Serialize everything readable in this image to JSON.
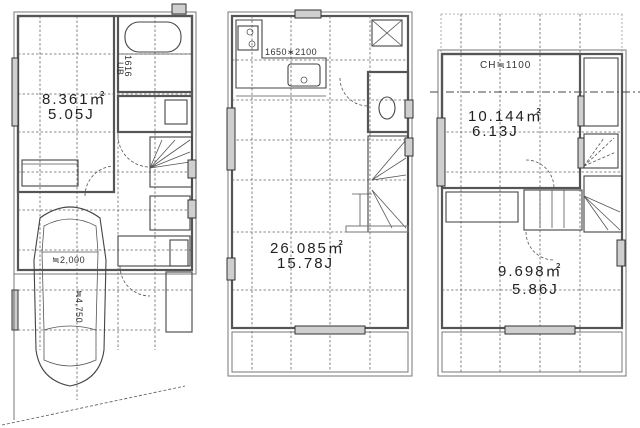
{
  "floors": [
    {
      "id": "1F",
      "rooms": [
        {
          "name": "room-1f-western",
          "area_m2": "8.361㎡",
          "area_jo": "5.05J"
        },
        {
          "name": "unit-bath",
          "label": "UB",
          "size_label": "1616"
        }
      ],
      "parking": {
        "width_label": "≒2,000",
        "length_label": "≒4,750"
      }
    },
    {
      "id": "2F",
      "rooms": [
        {
          "name": "ldk",
          "area_m2": "26.085㎡",
          "area_jo": "15.78J"
        }
      ],
      "kitchen": {
        "size_label": "1650∗2100"
      }
    },
    {
      "id": "3F",
      "rooms": [
        {
          "name": "room-3f-north",
          "area_m2": "10.144㎡",
          "area_jo": "6.13J"
        },
        {
          "name": "room-3f-south",
          "area_m2": "9.698㎡",
          "area_jo": "5.86J"
        }
      ],
      "loft": {
        "ceiling_height_label": "CH≒1100"
      }
    }
  ],
  "colors": {
    "line": "#555555",
    "grid": "#666666",
    "window": "#cfcfcf",
    "background": "#ffffff"
  }
}
